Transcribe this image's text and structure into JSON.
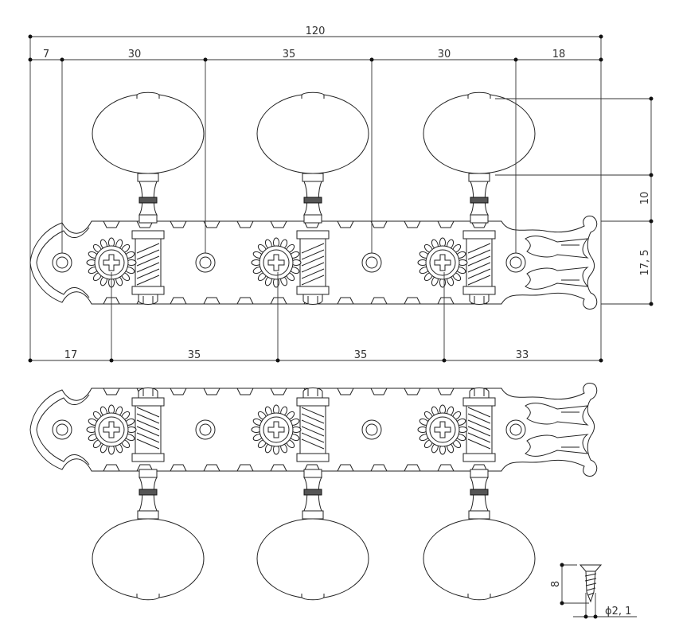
{
  "title": "Classical guitar tuner 3-on-plate dimension drawing",
  "dimensions": {
    "overall_length": "120",
    "top_segments": [
      "7",
      "30",
      "35",
      "30",
      "18"
    ],
    "bottom_segments": [
      "17",
      "35",
      "35",
      "33"
    ],
    "knob_stem_height": "10",
    "plate_width": "17, 5"
  },
  "screw": {
    "length": "8",
    "diameter": "ϕ2, 1"
  },
  "colors": {
    "line": "#222222",
    "background": "#ffffff"
  }
}
